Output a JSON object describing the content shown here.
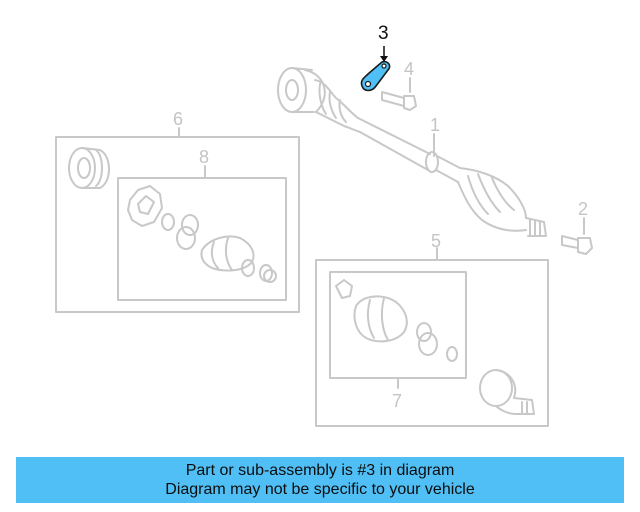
{
  "diagram": {
    "callouts": [
      "1",
      "2",
      "3",
      "4",
      "5",
      "6",
      "7",
      "8"
    ],
    "highlight_part": "3",
    "colors": {
      "line": "#c8c8c8",
      "highlight_fill": "#4fbff5",
      "highlight_stroke": "#1a1a1a",
      "banner": "#4fbff5"
    }
  },
  "banner": {
    "line1": "Part or sub-assembly is #3 in diagram",
    "line2": "Diagram may not be specific to your vehicle"
  }
}
